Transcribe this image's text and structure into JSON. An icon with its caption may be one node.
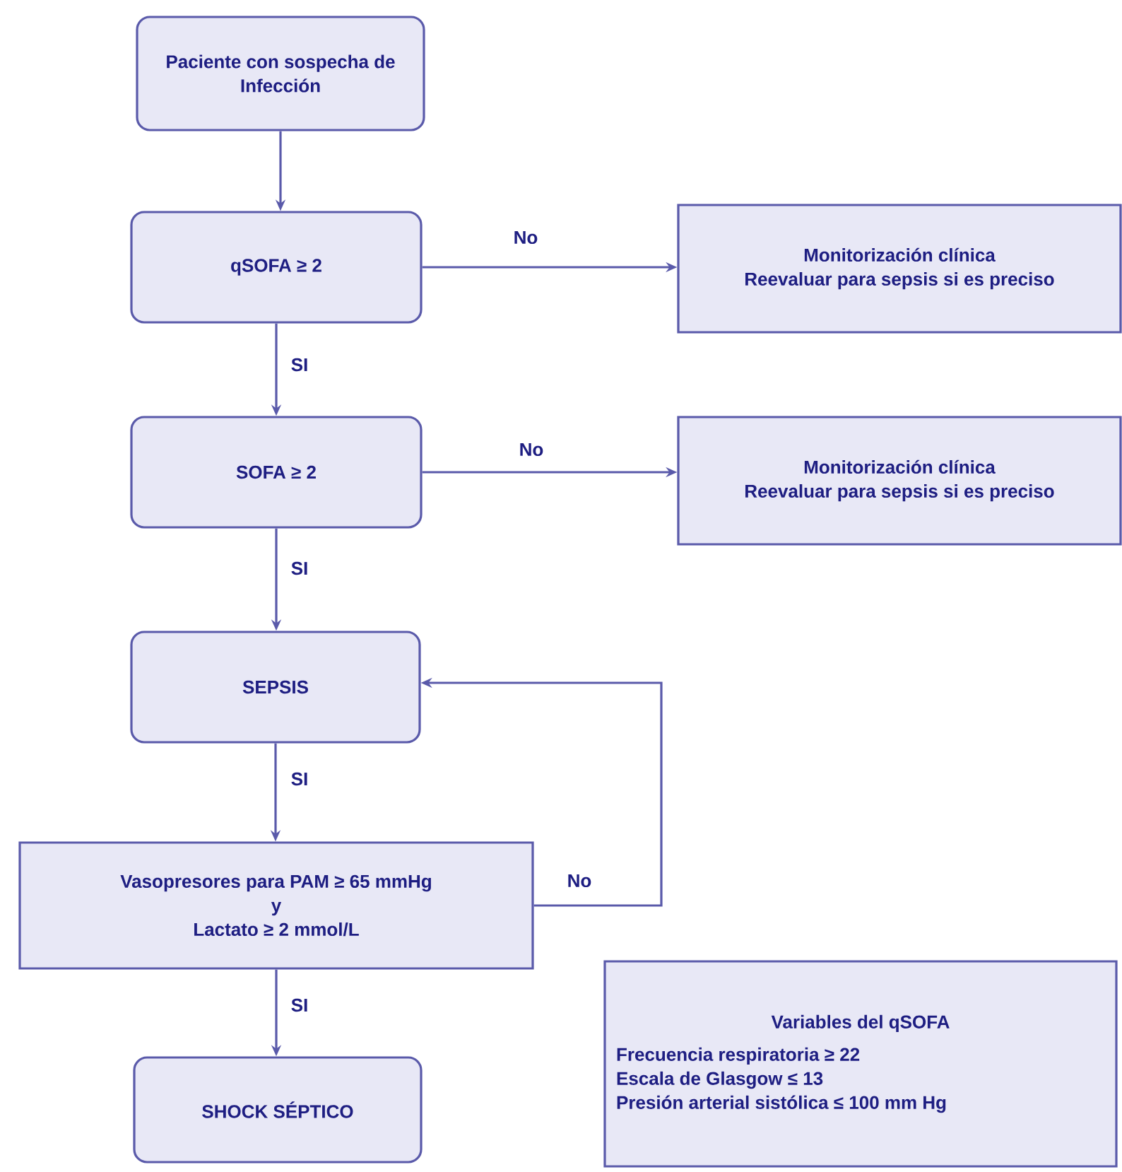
{
  "diagram": {
    "nodes": [
      {
        "text": [
          "Paciente con sospecha de Infección"
        ]
      },
      {
        "text": [
          "qSOFA ≥ 2"
        ]
      },
      {
        "text": [
          "Monitorización clínica",
          "Reevaluar para sepsis si es preciso"
        ]
      },
      {
        "text": [
          "SOFA ≥ 2"
        ]
      },
      {
        "text": [
          "Monitorización clínica",
          "Reevaluar para sepsis si es preciso"
        ]
      },
      {
        "text": [
          "SEPSIS"
        ]
      },
      {
        "text": [
          "Vasopresores  para PAM ≥ 65 mmHg",
          "y",
          "Lactato ≥ 2 mmol/L"
        ]
      },
      {
        "text": [
          "SHOCK SÉPTICO"
        ]
      },
      {
        "text": [
          "Variables del qSOFA",
          "Frecuencia respiratoria ≥ 22",
          "Escala de Glasgow ≤ 13",
          "Presión arterial sistólica ≤ 100 mm Hg"
        ]
      }
    ],
    "edges": [
      {
        "from": 0,
        "to": 1,
        "arrow": "to"
      },
      {
        "from": 1,
        "to": 2,
        "arrow": "to",
        "label": "No"
      },
      {
        "from": 1,
        "to": 3,
        "arrow": "to",
        "label": "SI"
      },
      {
        "from": 3,
        "to": 4,
        "arrow": "to",
        "label": "No"
      },
      {
        "from": 3,
        "to": 5,
        "arrow": "to",
        "label": "SI"
      },
      {
        "from": 5,
        "to": 6,
        "arrow": "to",
        "label": "SI"
      },
      {
        "from": 6,
        "to": 5,
        "arrow": "to",
        "label": "No"
      },
      {
        "from": 6,
        "to": 7,
        "arrow": "to",
        "label": "SI"
      }
    ]
  }
}
